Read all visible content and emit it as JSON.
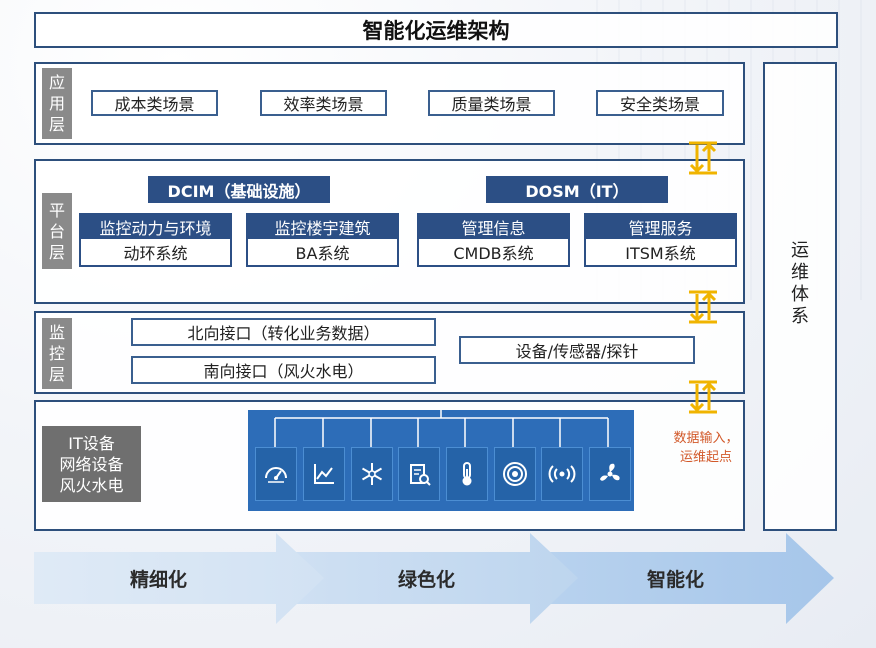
{
  "title": "智能化运维架构",
  "layers": {
    "application": {
      "label_chars": [
        "应",
        "用",
        "层"
      ],
      "scenes": [
        "成本类场景",
        "效率类场景",
        "质量类场景",
        "安全类场景"
      ]
    },
    "platform": {
      "label_chars": [
        "平",
        "台",
        "层"
      ],
      "dcim_header": "DCIM（基础设施）",
      "dosm_header": "DOSM（IT）",
      "systems": [
        {
          "top": "监控动力与环境",
          "bottom": "动环系统"
        },
        {
          "top": "监控楼宇建筑",
          "bottom": "BA系统"
        },
        {
          "top": "管理信息",
          "bottom": "CMDB系统"
        },
        {
          "top": "管理服务",
          "bottom": "ITSM系统"
        }
      ]
    },
    "monitoring": {
      "label_chars": [
        "监",
        "控",
        "层"
      ],
      "north": "北向接口（转化业务数据）",
      "south": "南向接口（风火水电）",
      "devices": "设备/传感器/探针"
    },
    "device": {
      "lines": [
        "IT设备",
        "网络设备",
        "风火水电"
      ],
      "note_lines": [
        "数据输入，",
        "运维起点"
      ],
      "icons": [
        "speed-gauge-icon",
        "line-chart-icon",
        "snowflake-icon",
        "clipboard-search-icon",
        "thermometer-icon",
        "target-rings-icon",
        "wireless-signal-icon",
        "fan-icon"
      ]
    }
  },
  "ops_system_chars": [
    "运",
    "维",
    "体",
    "系"
  ],
  "arrows": [
    "精细化",
    "绿色化",
    "智能化"
  ],
  "colors": {
    "frame": "#2d4f7c",
    "dark_blue": "#2c4f85",
    "device_blue": "#2d6db8",
    "arrow_gold": "#f0b400",
    "note_orange": "#d2592a"
  }
}
